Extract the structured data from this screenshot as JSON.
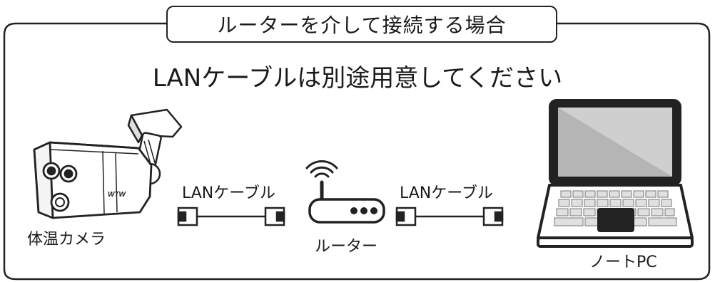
{
  "title": "ルーターを介して接続する場合",
  "subtitle": "LANケーブルは別途用意してください",
  "camera": {
    "label": "体温カメラ",
    "brand": "WTW"
  },
  "router": {
    "label": "ルーター"
  },
  "cable_left": {
    "label": "LANケーブル"
  },
  "cable_right": {
    "label": "LANケーブル"
  },
  "pc": {
    "label": "ノートPC"
  },
  "colors": {
    "stroke": "#1a1a1a",
    "camera_body": "#ffffff",
    "screen": "#b5b5b5",
    "keyboard": "#e0e0e0"
  }
}
